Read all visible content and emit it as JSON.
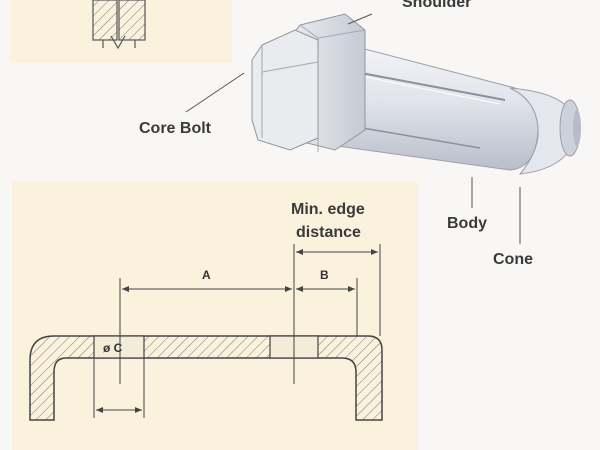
{
  "labels": {
    "shoulder": "Shoulder",
    "core_bolt": "Core Bolt",
    "body": "Body",
    "cone": "Cone",
    "min_edge_distance_line1": "Min. edge",
    "min_edge_distance_line2": "distance",
    "dim_a": "A",
    "dim_b": "B",
    "dim_c": "ø C"
  },
  "colors": {
    "panel_background": "#faf2dc",
    "page_background": "#f8f7f5",
    "line": "#555555",
    "hatch": "#888888",
    "bolt_body": "#d8dce4"
  }
}
